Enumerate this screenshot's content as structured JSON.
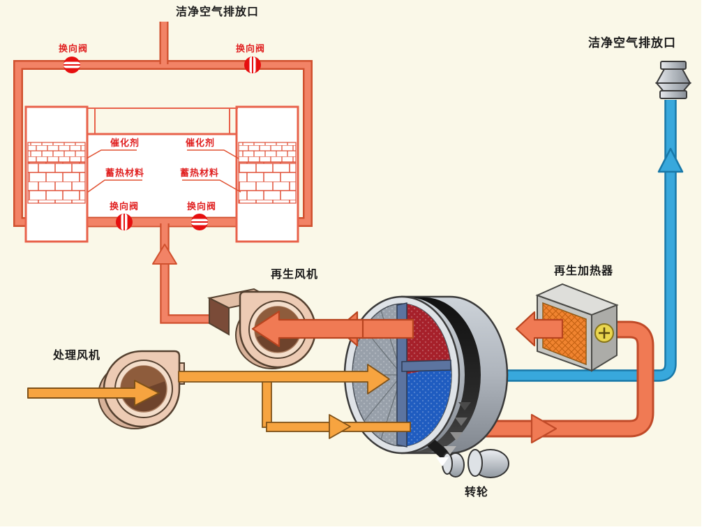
{
  "labels": {
    "stack_outlet": "洁净空气排放口",
    "right_outlet": "洁净空气排放口",
    "valve_top_left": "换向阀",
    "valve_top_right": "换向阀",
    "valve_bottom_left": "换向阀",
    "valve_bottom_right": "换向阀",
    "catalyst_left": "催化剂",
    "catalyst_right": "催化剂",
    "heat_storage_left": "蓄热材料",
    "heat_storage_right": "蓄热材料",
    "regen_fan": "再生风机",
    "process_fan": "处理风机",
    "regen_heater": "再生加热器",
    "rotor": "转轮"
  },
  "colors": {
    "background": "#FAF8E8",
    "pipe_salmon": "#F28366",
    "pipe_salmon_outline": "#D0502E",
    "arrow_salmon": "#F07A54",
    "arrow_salmon_outline": "#B8441F",
    "pipe_orange": "#F7A440",
    "pipe_orange_outline": "#7E5118",
    "pipe_blue": "#38A8DC",
    "pipe_blue_outline": "#1878A8",
    "rto_line": "#E8614A",
    "valve_red": "#E60F0F",
    "label_red": "#E02020",
    "label_black": "#1A1A1A",
    "rotor_red_sector": "#A6202A",
    "rotor_blue_sector": "#1F5CC0",
    "rotor_gray_sector": "#98A0AA",
    "heater_core_orange": "#F08430",
    "fan_body_tan": "#EDCBB4",
    "fan_inlet_brown": "#6E432C",
    "belt_black": "#1B1B1B"
  }
}
